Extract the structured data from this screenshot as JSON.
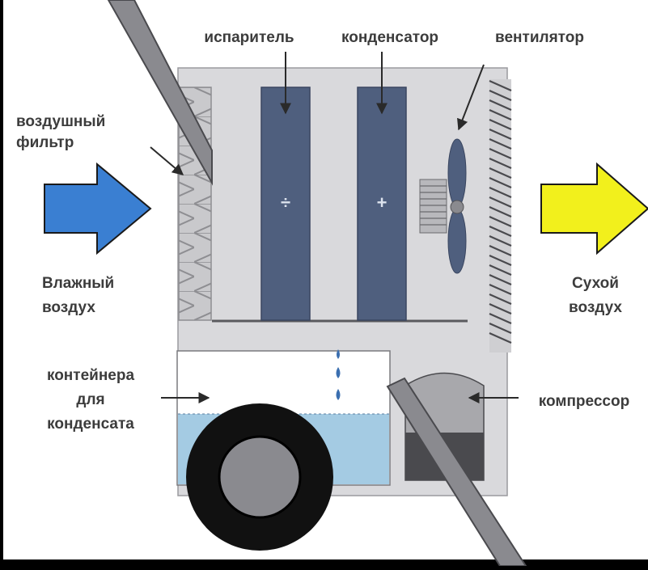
{
  "labels": {
    "evaporator": "испаритель",
    "condenser": "конденсатор",
    "fan": "вентилятор",
    "air_filter_line1": "воздушный",
    "air_filter_line2": "фильтр",
    "humid_air_line1": "Влажный",
    "humid_air_line2": "воздух",
    "dry_air_line1": "Сухой",
    "dry_air_line2": "воздух",
    "container_line1": "контейнера",
    "container_line2": "для",
    "container_line3": "конденсата",
    "compressor": "компрессор",
    "evaporator_symbol": "÷",
    "condenser_symbol": "+"
  },
  "colors": {
    "background": "#ffffff",
    "frame": "#000000",
    "body": "#d9d9dc",
    "coil": "#4f5f7e",
    "water": "#a4cbe3",
    "inlet_arrow": "#3a7fd2",
    "outlet_arrow": "#f2f01c",
    "pipe": "#8a8a8f",
    "label": "#3c3c3c"
  }
}
